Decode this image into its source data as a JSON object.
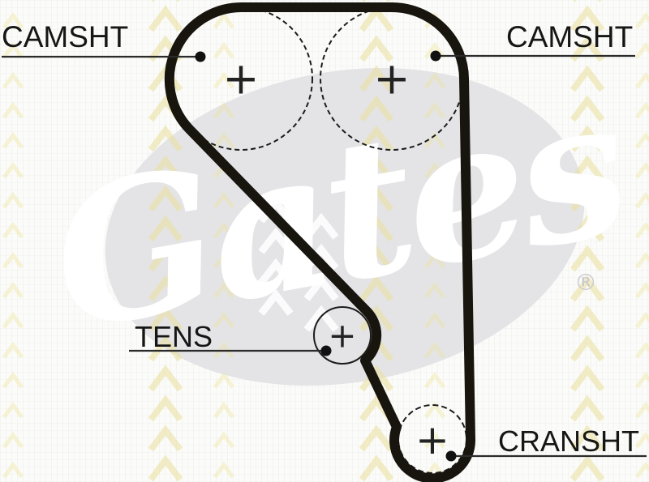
{
  "diagram_type": "timing-belt-routing",
  "watermark": {
    "brand": "Gates",
    "registered_symbol": "®"
  },
  "labels": {
    "camshaft_left": "CAMSHT",
    "camshaft_right": "CAMSHT",
    "tensioner": "TENS",
    "crankshaft": "CRANSHT"
  },
  "marks": {
    "pulley_center": "+"
  },
  "colors": {
    "belt": "#18140e",
    "pulley_outline": "#1c1c1c",
    "leader_line": "#2b2b2b",
    "label_text": "#161616",
    "watermark_ellipse": "#e4e4e7",
    "watermark_script": "#ffffff",
    "chevron": "#e9df9a",
    "background": "#fbfbf9"
  }
}
